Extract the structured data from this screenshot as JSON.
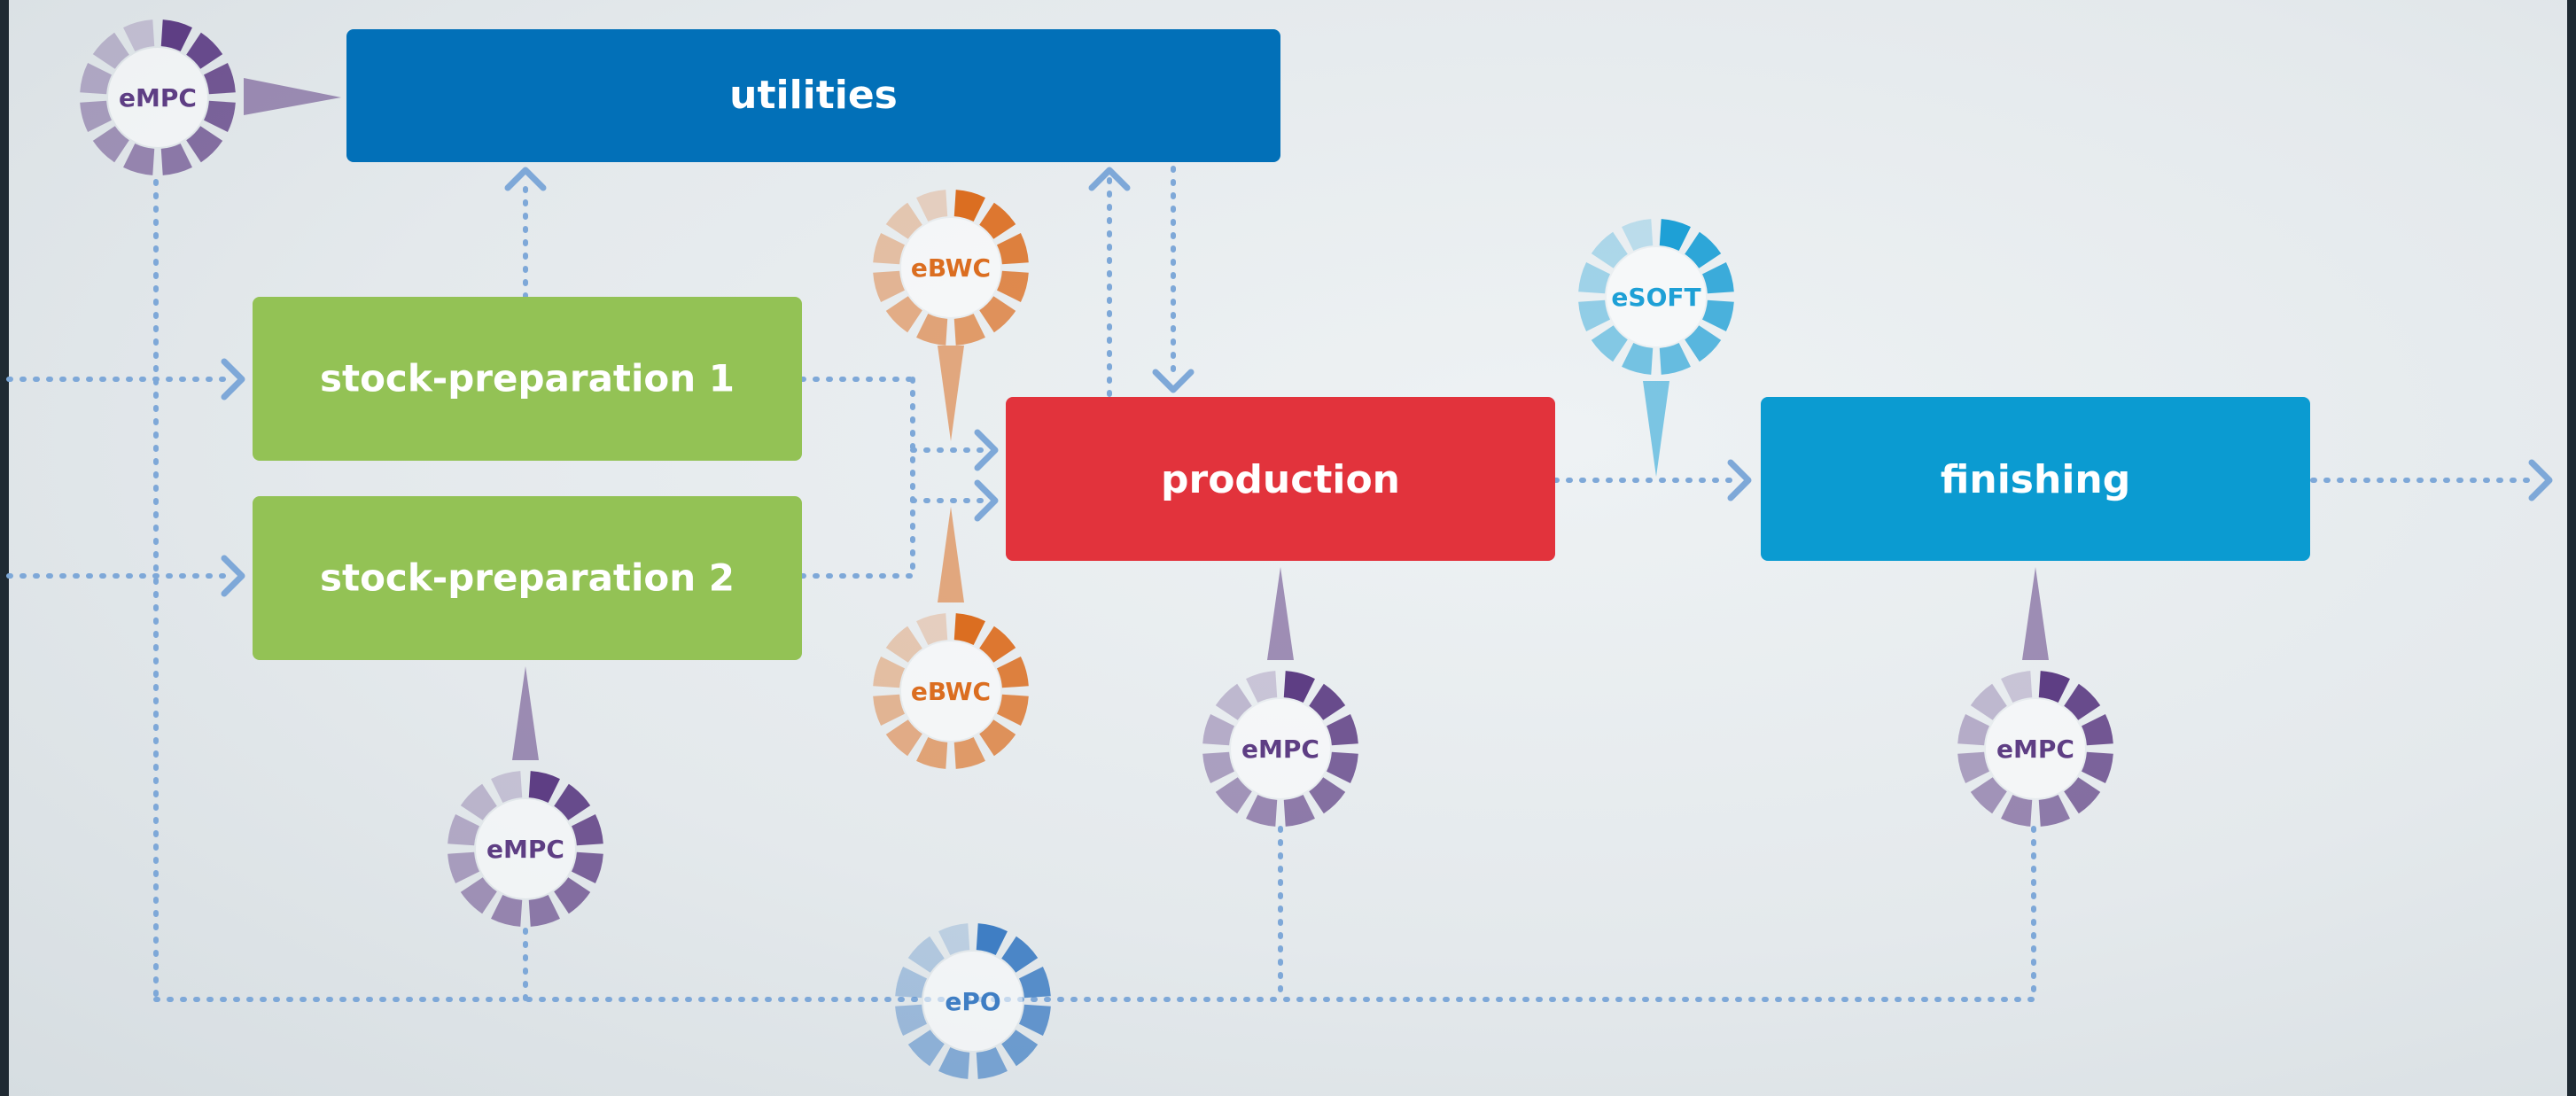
{
  "colors": {
    "background": "#e6ebee",
    "connector": "#7ea8d8",
    "utilities": "#0270b8",
    "stock_preparation": "#93c255",
    "production": "#e2333c",
    "finishing": "#0b9bd1",
    "empc": "#5e3e84",
    "ebwc": "#db6e21",
    "esoft": "#1ea0d6",
    "epo": "#3f7ec4"
  },
  "boxes": {
    "utilities": "utilities",
    "stock_preparation_1": "stock-preparation 1",
    "stock_preparation_2": "stock-preparation 2",
    "production": "production",
    "finishing": "finishing"
  },
  "modules": {
    "empc_utilities": "eMPC",
    "empc_stock_preparation": "eMPC",
    "empc_production": "eMPC",
    "empc_finishing": "eMPC",
    "ebwc_top": "eBWC",
    "ebwc_bottom": "eBWC",
    "esoft": "eSOFT",
    "epo": "ePO"
  },
  "icons": {
    "arrowhead": "chevron-arrow-icon",
    "module_ring": "segmented-ring-icon",
    "pointer": "triangle-pointer-icon"
  }
}
